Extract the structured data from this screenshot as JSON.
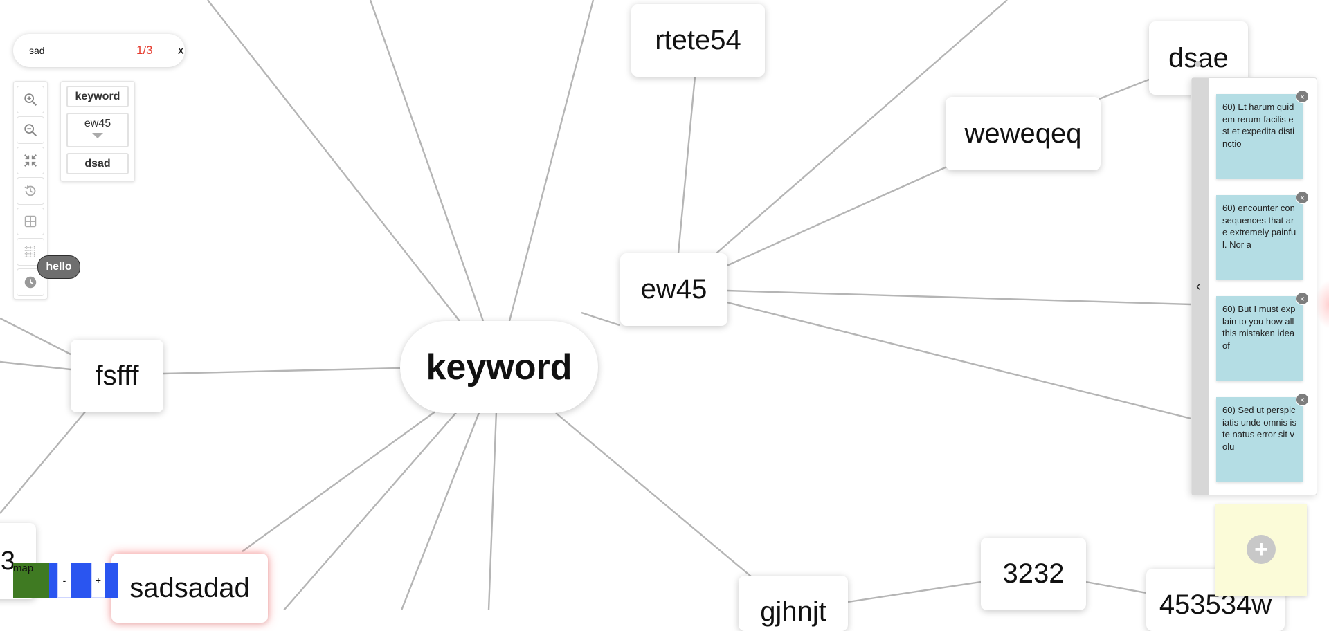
{
  "search": {
    "query": "sad",
    "match_count": "1/3",
    "close_label": "x"
  },
  "toolbar": {
    "buttons": [
      {
        "name": "zoom-in",
        "icon": "zoom-in-icon"
      },
      {
        "name": "zoom-out",
        "icon": "zoom-out-icon"
      },
      {
        "name": "fit-to-screen",
        "icon": "shrink-arrows-icon"
      },
      {
        "name": "history",
        "icon": "history-icon"
      },
      {
        "name": "layout",
        "icon": "grid-icon"
      },
      {
        "name": "guidelines",
        "icon": "dotted-grid-icon"
      },
      {
        "name": "timer",
        "icon": "clock-icon"
      }
    ],
    "tooltip": "hello"
  },
  "path": {
    "items": [
      "keyword",
      "ew45",
      "dsad"
    ]
  },
  "mindmap": {
    "root": "keyword",
    "nodes": [
      "rtete54",
      "dsae",
      "weweqeq",
      "ew45",
      "fsfff",
      "sadsadad",
      "gjhnjt",
      "3232",
      "453534w",
      "3"
    ]
  },
  "map": {
    "label": "map",
    "minus": "-",
    "plus": "+"
  },
  "notes": {
    "collapse_icon": "chevron-left-icon",
    "items": [
      {
        "text": "60) Et harum quidem rerum facilis est et expedita distinctio",
        "close": "×"
      },
      {
        "text": "60) encounter consequences that are extremely painful. Nor a",
        "close": "×"
      },
      {
        "text": "60) But I must explain to you how all this mistaken idea of",
        "close": "×"
      },
      {
        "text": "60) Sed ut perspiciatis unde omnis iste natus error sit volu",
        "close": "×"
      }
    ],
    "add_label": "+"
  },
  "colors": {
    "accent_red": "#e53b2e",
    "note_blue": "#b4dde4",
    "note_yellow": "#fbfbd8",
    "map_green": "#3f7a22",
    "map_blue": "#2a55f0"
  }
}
